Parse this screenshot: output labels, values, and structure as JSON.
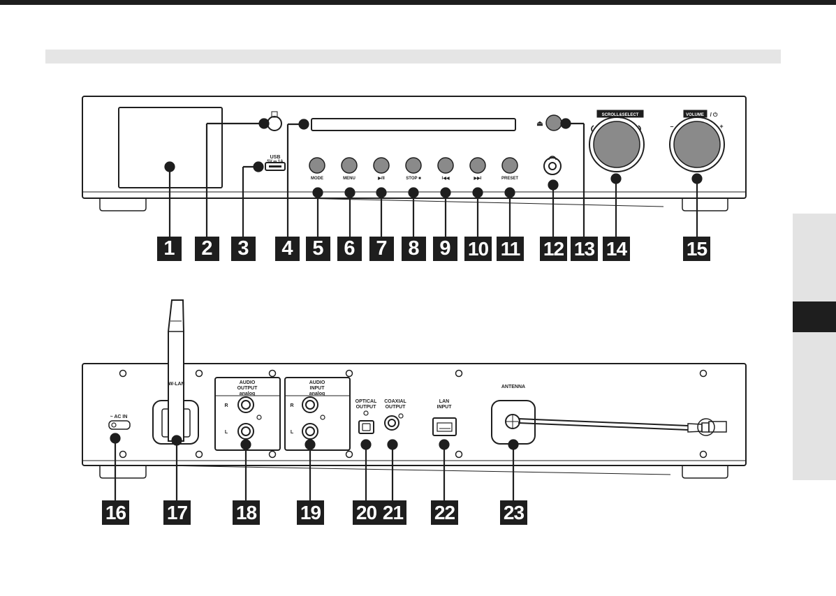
{
  "front": {
    "usb_label_1": "USB",
    "usb_label_2": "5V ⎓ 1A",
    "buttons": [
      "MODE",
      "MENU",
      "▶/II",
      "STOP ■",
      "I◀◀",
      "▶▶I",
      "PRESET"
    ],
    "knob_scroll_label": "SCROLL&SELECT",
    "knob_volume_label": "VOLUME",
    "knob_volume_suffix": "/ ⏻",
    "minus": "–",
    "plus": "+",
    "eject": "⏏"
  },
  "rear": {
    "ac_in": "~ AC IN",
    "wlan": "W-LAN",
    "audio_output_1": "AUDIO",
    "audio_output_2": "OUTPUT",
    "audio_input_1": "AUDIO",
    "audio_input_2": "INPUT",
    "analog": "analog",
    "r": "R",
    "l": "L",
    "optical_1": "OPTICAL",
    "optical_2": "OUTPUT",
    "coaxial_1": "COAXIAL",
    "coaxial_2": "OUTPUT",
    "lan_1": "LAN",
    "lan_2": "INPUT",
    "antenna": "ANTENNA"
  },
  "callouts_front": [
    "1",
    "2",
    "3",
    "4",
    "5",
    "6",
    "7",
    "8",
    "9",
    "10",
    "11",
    "12",
    "13",
    "14",
    "15"
  ],
  "callouts_rear": [
    "16",
    "17",
    "18",
    "19",
    "20",
    "21",
    "22",
    "23"
  ],
  "colors": {
    "ink": "#1e1e1e",
    "knob": "#8a8a8a",
    "band": "#e5e5e5",
    "tab": "#e3e3e3"
  }
}
